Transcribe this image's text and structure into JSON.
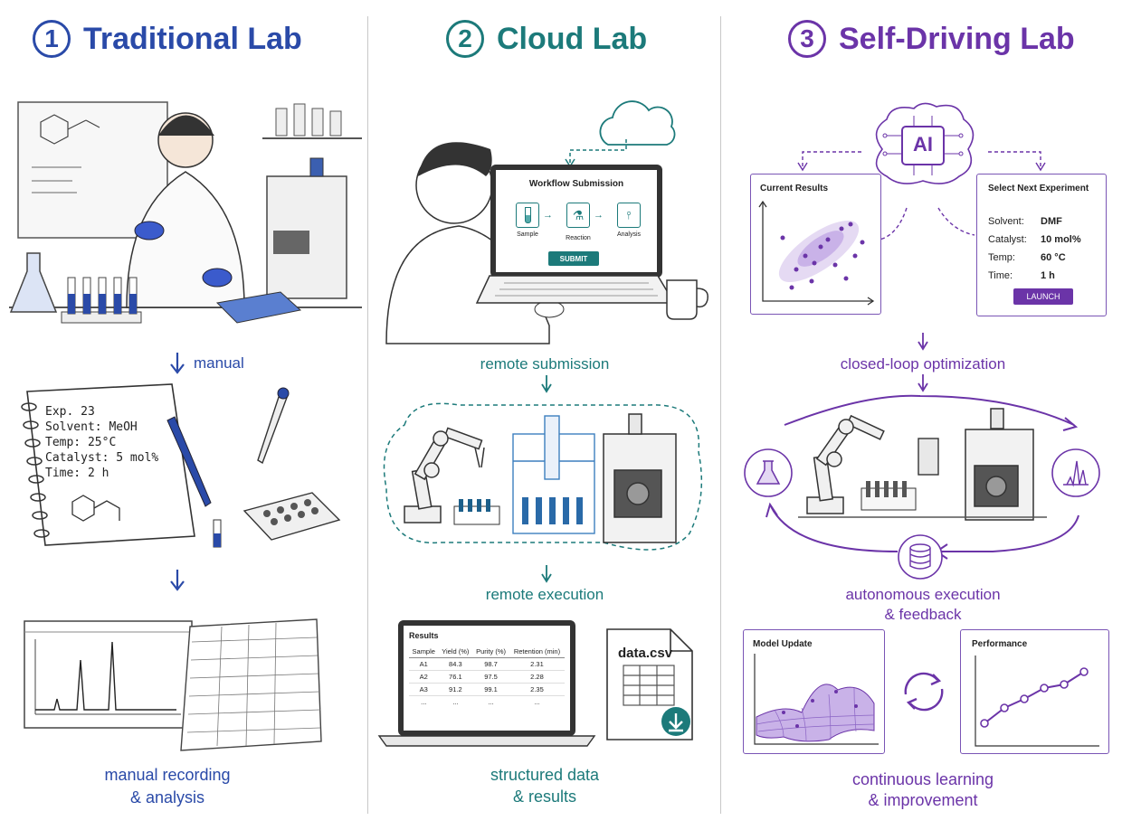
{
  "panels": [
    {
      "number": "1",
      "title": "Traditional Lab",
      "color": "#2a4aa8",
      "step1": "manual",
      "notebook": {
        "lines": [
          "Exp. 23",
          "Solvent: MeOH",
          "Temp: 25°C",
          "Catalyst: 5 mol%",
          "Time: 2 h"
        ]
      },
      "bottom_label": [
        "manual recording",
        "& analysis"
      ]
    },
    {
      "number": "2",
      "title": "Cloud Lab",
      "color": "#1c7a7a",
      "laptop": {
        "heading": "Workflow Submission",
        "steps": [
          "Sample",
          "Reaction",
          "Analysis"
        ],
        "button": "SUBMIT"
      },
      "step1": "remote submission",
      "step2": "remote execution",
      "results": {
        "title": "Results",
        "columns": [
          "Sample",
          "Yield (%)",
          "Purity (%)",
          "Retention (min)"
        ],
        "rows": [
          [
            "A1",
            "84.3",
            "98.7",
            "2.31"
          ],
          [
            "A2",
            "76.1",
            "97.5",
            "2.28"
          ],
          [
            "A3",
            "91.2",
            "99.1",
            "2.35"
          ],
          [
            "...",
            "...",
            "...",
            "..."
          ]
        ]
      },
      "file": "data.csv",
      "bottom_label": [
        "structured data",
        "& results"
      ]
    },
    {
      "number": "3",
      "title": "Self-Driving Lab",
      "color": "#6b34a8",
      "ai": "AI",
      "current_results": "Current Results",
      "next_experiment": {
        "title": "Select Next Experiment",
        "params": [
          [
            "Solvent:",
            "DMF"
          ],
          [
            "Catalyst:",
            "10 mol%"
          ],
          [
            "Temp:",
            "60 °C"
          ],
          [
            "Time:",
            "1 h"
          ]
        ],
        "button": "LAUNCH"
      },
      "step1": "closed-loop optimization",
      "step2": [
        "autonomous execution",
        "& feedback"
      ],
      "model_update": "Model Update",
      "performance": "Performance",
      "bottom_label": [
        "continuous learning",
        "& improvement"
      ]
    }
  ]
}
